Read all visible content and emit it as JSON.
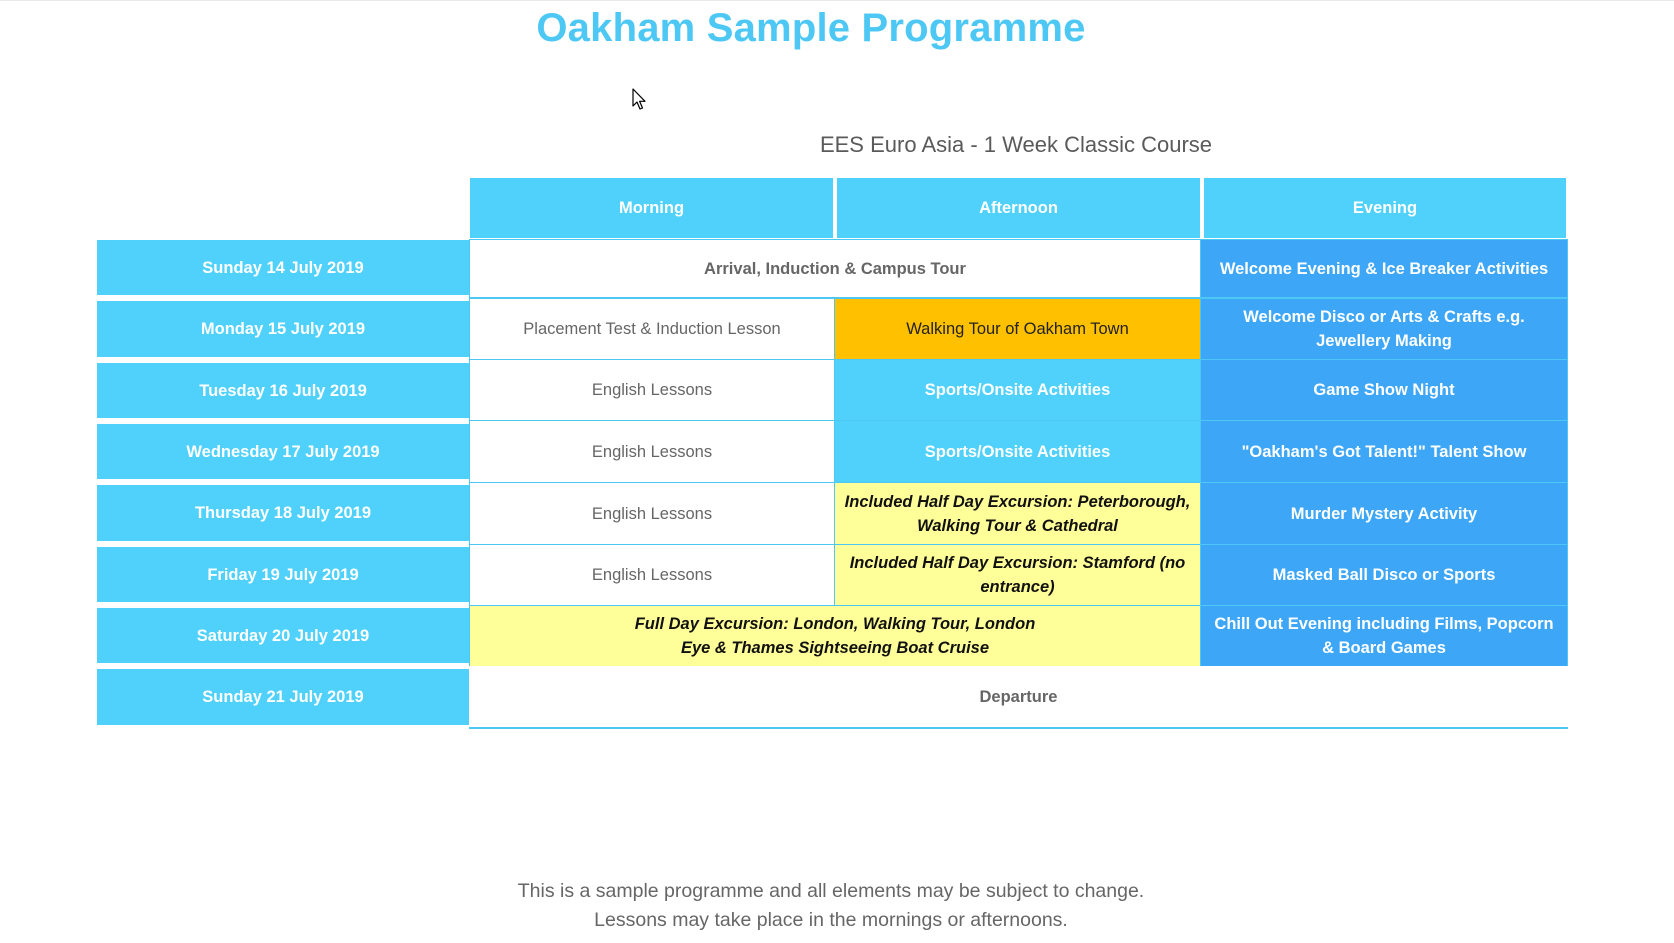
{
  "title": "Oakham Sample Programme",
  "subtitle": "EES Euro Asia - 1 Week Classic Course",
  "columns": [
    "Morning",
    "Afternoon",
    "Evening"
  ],
  "days": [
    "Sunday  14 July 2019",
    "Monday  15 July 2019",
    "Tuesday  16 July 2019",
    "Wednesday  17 July 2019",
    "Thursday  18 July 2019",
    "Friday  19 July 2019",
    "Saturday  20 July 2019",
    "Sunday  21 July 2019"
  ],
  "activities": {
    "sun14_morning_afternoon": "Arrival, Induction & Campus Tour",
    "sun14_evening": "Welcome Evening & Ice Breaker Activities",
    "mon15_morning": "Placement Test & Induction Lesson",
    "mon15_afternoon": "Walking Tour of Oakham Town",
    "mon15_evening": "Welcome Disco or Arts & Crafts e.g. Jewellery Making",
    "tue16_morning": "English Lessons",
    "tue16_afternoon": "Sports/Onsite Activities",
    "tue16_evening": "Game Show Night",
    "wed17_morning": "English Lessons",
    "wed17_afternoon": "Sports/Onsite Activities",
    "wed17_evening": "\"Oakham's Got Talent!\" Talent Show",
    "thu18_morning": "English Lessons",
    "thu18_afternoon": "Included Half Day Excursion: Peterborough, Walking Tour & Cathedral",
    "thu18_evening": "Murder Mystery Activity",
    "fri19_morning": "English Lessons",
    "fri19_afternoon": "Included Half Day Excursion: Stamford (no entrance)",
    "fri19_evening": "Masked Ball Disco or Sports",
    "sat20_morning_afternoon": "Full Day Excursion: London, Walking Tour, London Eye & Thames Sightseeing Boat Cruise",
    "sat20_evening": "Chill Out Evening including Films, Popcorn & Board Games",
    "sun21_all": "Departure"
  },
  "footer": {
    "line1": "This is a sample programme and all elements may be subject to change.",
    "line2": "Lessons may take place in the mornings or afternoons."
  },
  "colors": {
    "title": "#4dc8f4",
    "header": "#4fd1fb",
    "evening": "#3da6f7",
    "highlight_orange": "#ffc000",
    "excursion_yellow": "#ffff99"
  }
}
